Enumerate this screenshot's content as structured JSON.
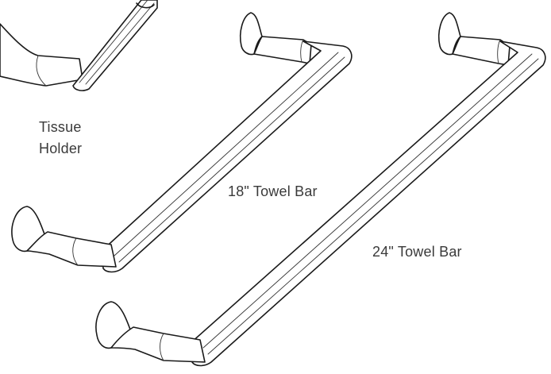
{
  "labels": {
    "tissue_line1": "Tissue",
    "tissue_line2": "Holder",
    "towel_bar_18": "18\" Towel Bar",
    "towel_bar_24": "24\" Towel Bar"
  },
  "colors": {
    "background": "#ffffff",
    "line": "#1a1a1a",
    "text": "#3a3a3a"
  }
}
